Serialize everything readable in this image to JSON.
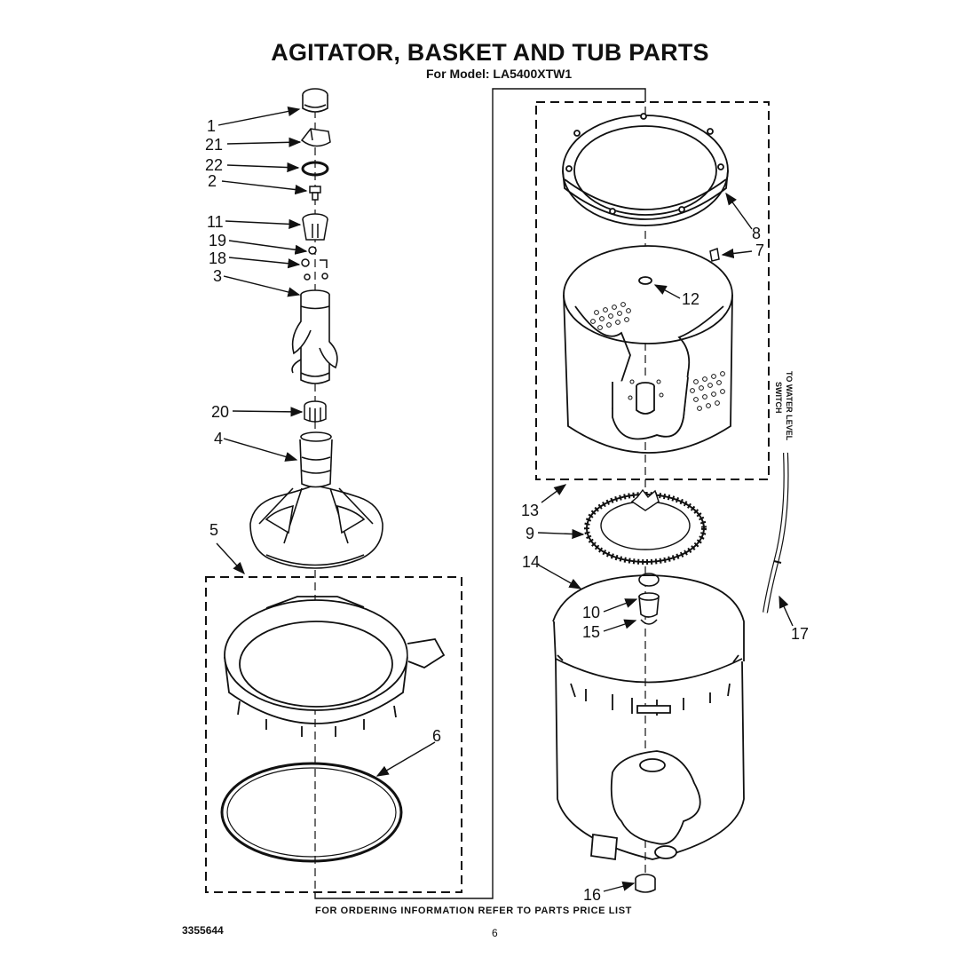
{
  "title": "AGITATOR, BASKET AND TUB PARTS",
  "subtitle": "For Model: LA5400XTW1",
  "footer": {
    "ordering_note": "FOR ORDERING INFORMATION REFER TO PARTS PRICE LIST",
    "document_number": "3355644",
    "page_number": "6"
  },
  "side_label": {
    "line1": "TO WATER LEVEL",
    "line2": "SWITCH"
  },
  "callouts": {
    "c1": "1",
    "c21": "21",
    "c22": "22",
    "c2": "2",
    "c11": "11",
    "c19": "19",
    "c18": "18",
    "c3": "3",
    "c20": "20",
    "c4": "4",
    "c5": "5",
    "c6": "6",
    "c8": "8",
    "c7": "7",
    "c12": "12",
    "c13": "13",
    "c9": "9",
    "c14": "14",
    "c10": "10",
    "c15": "15",
    "c17": "17",
    "c16": "16"
  }
}
